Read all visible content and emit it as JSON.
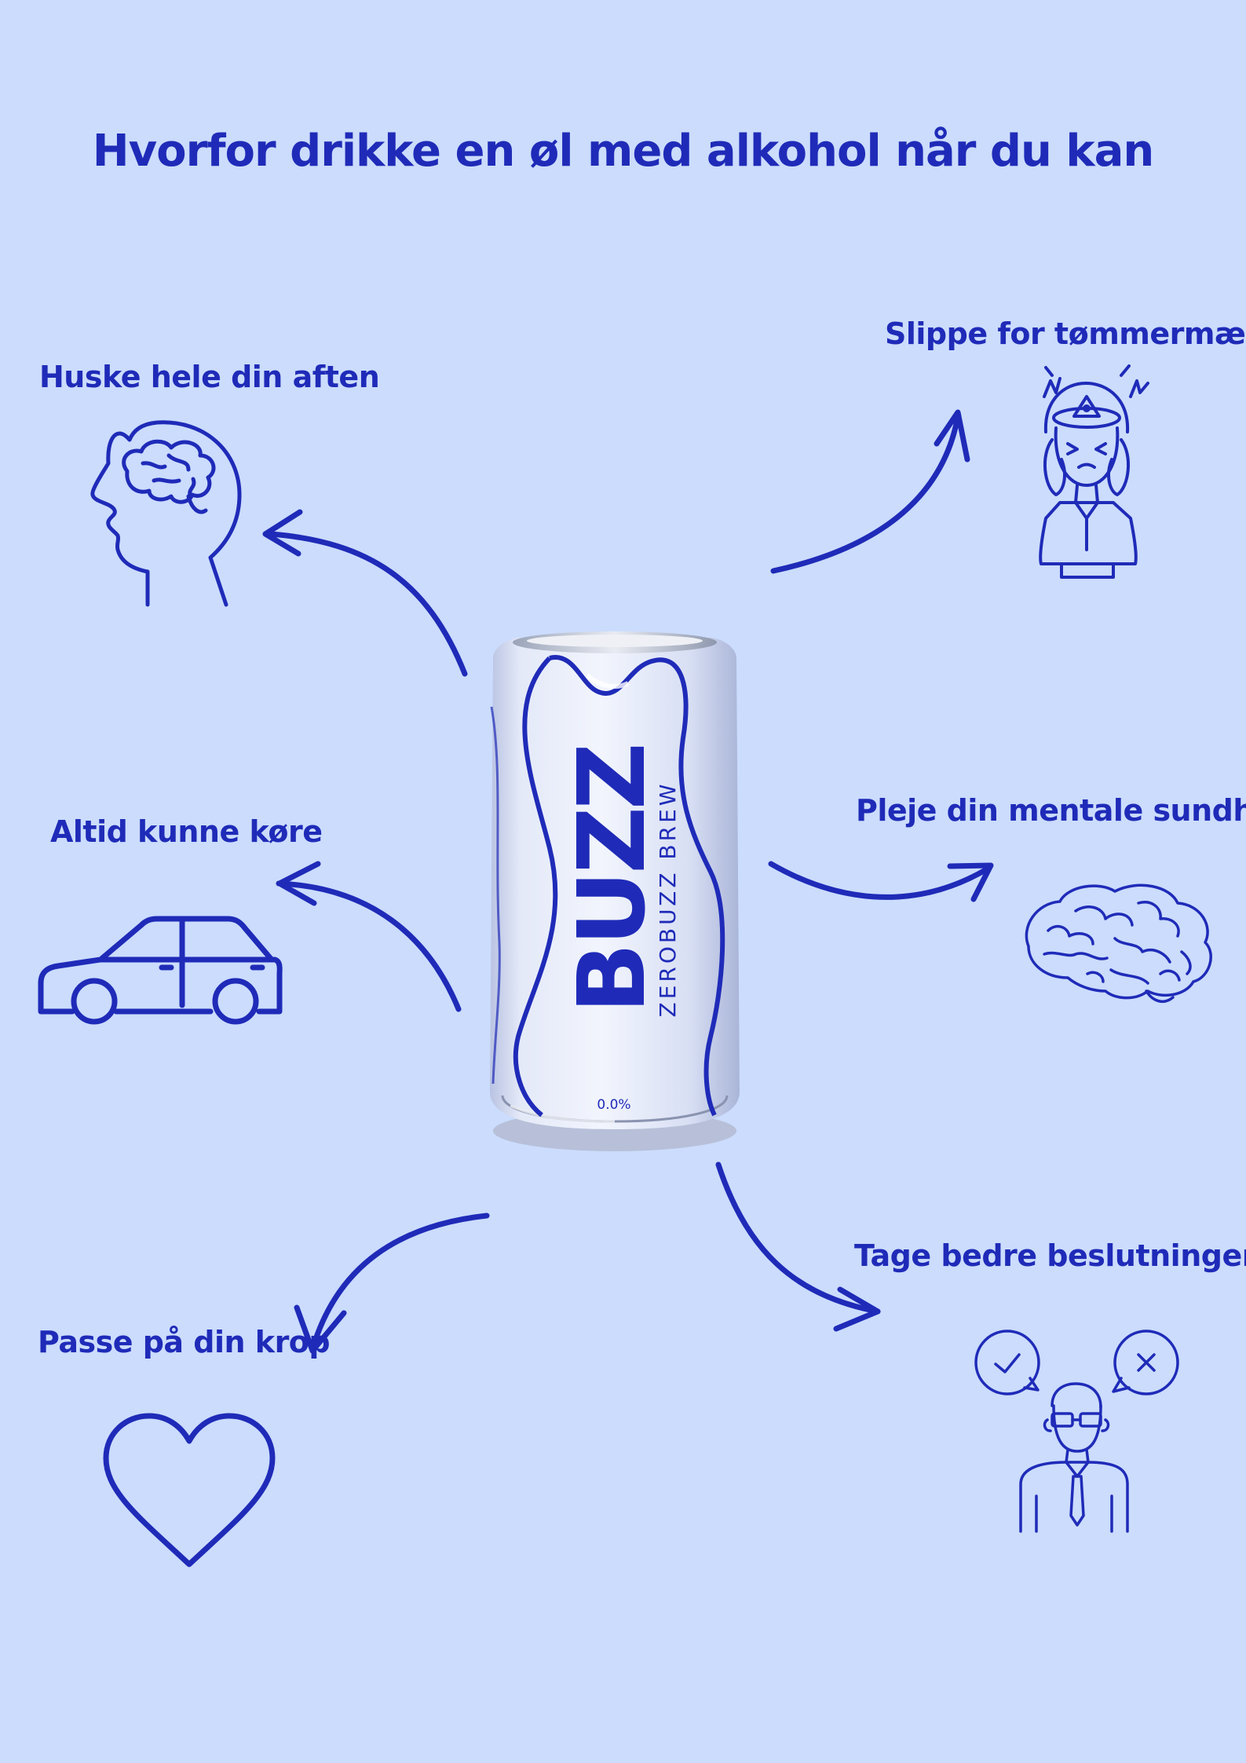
{
  "title": "Hvorfor drikke en øl med alkohol når du kan",
  "benefits": {
    "remember": "Huske hele din aften",
    "hangover": "Slippe for tømmermænd",
    "drive": "Altid kunne køre",
    "mental": "Pleje din mentale sundhed",
    "body": "Passe på din krop",
    "decisions": "Tage bedre beslutninger"
  },
  "can": {
    "brand": "BUZZ",
    "subtitle": "ZEROBUZZ BREW",
    "abv": "0.0%"
  },
  "colors": {
    "background": "#cbdcfd",
    "ink": "#1f2bb8",
    "can": "#dfe6fb"
  },
  "icons": [
    "head-brain-icon",
    "headache-woman-icon",
    "car-icon",
    "brain-icon",
    "heart-icon",
    "decision-man-icon"
  ]
}
